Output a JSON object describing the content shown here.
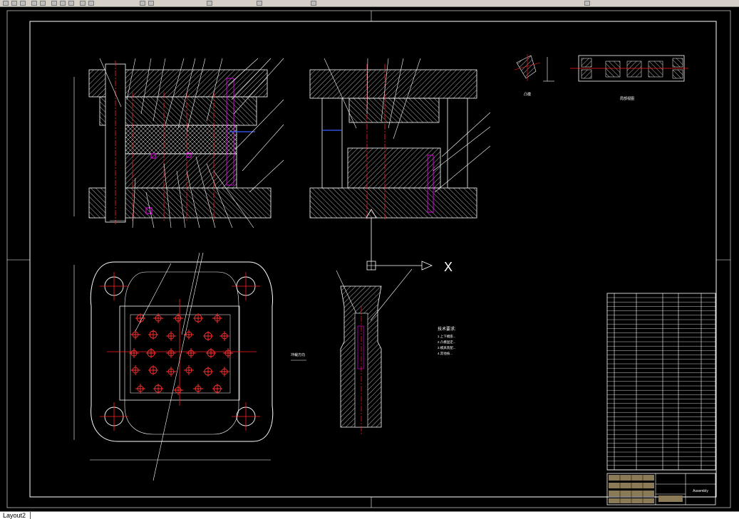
{
  "app": {
    "colors": {
      "background": "#000000",
      "frame": "#ffffff",
      "hatch": "#ffffff",
      "centerline": "#ff2020",
      "highlight": "#ff00ff",
      "blue_line": "#3a5cff",
      "toolbar": "#d4d0c8"
    }
  },
  "toolbar": {
    "icons": [
      "new-icon",
      "open-icon",
      "save-icon",
      "print-icon",
      "preview-icon",
      "cut-icon",
      "copy-icon",
      "paste-icon",
      "undo-icon",
      "redo-icon",
      "pan-icon",
      "zoom-icon",
      "properties-icon",
      "match-icon",
      "layer-icon",
      "help-icon"
    ]
  },
  "drawing": {
    "ucs_label": "X",
    "notes_title": "技术要求:",
    "notes_lines": [
      "1.上下模座...",
      "2.凸模固定...",
      "3.模具装配...",
      "4.其他按..."
    ],
    "detail_title": "局部视图",
    "section_label": "凸模",
    "title_block_name": "Assembly",
    "view_label": "冲裁方向"
  },
  "status": {
    "layout_tab": "Layout2"
  }
}
